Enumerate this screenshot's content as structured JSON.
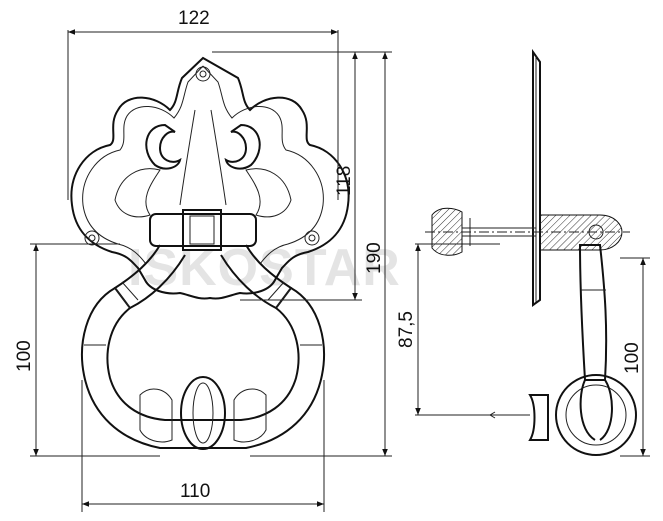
{
  "drawing": {
    "dimensions": {
      "top_width": "122",
      "height_plate": "118",
      "height_total": "190",
      "offset": "87,5",
      "ring_height_left": "100",
      "ring_width": "110",
      "ring_height_right": "100"
    },
    "watermark": "ISKOSTAR"
  }
}
